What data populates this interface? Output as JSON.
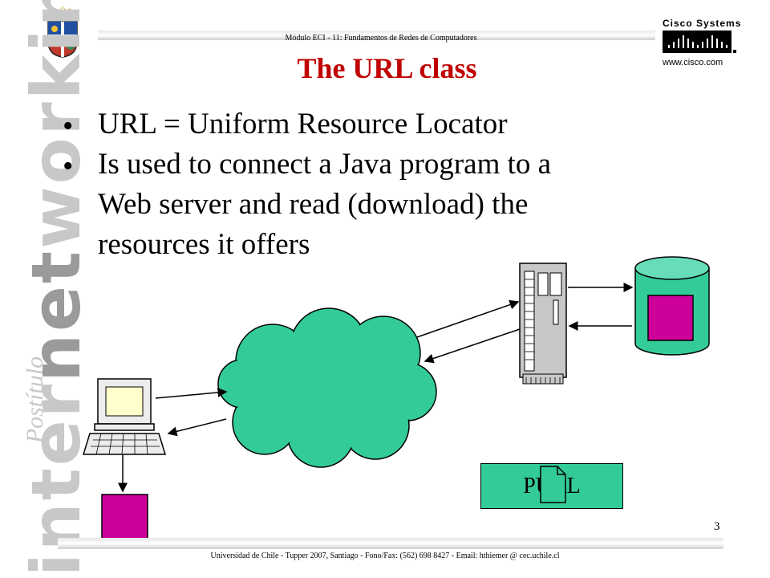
{
  "header": {
    "course": "Módulo ECI - 11: Fundamentos de Redes de Computadores"
  },
  "slide": {
    "title": "The URL class",
    "bullets": [
      {
        "lines": [
          "URL = Uniform Resource Locator"
        ]
      },
      {
        "lines": [
          "Is used to connect a Java program to a",
          "Web server and read (download) the",
          "resources it offers"
        ]
      }
    ],
    "page_number": "3"
  },
  "branding": {
    "side_text": "internetworking",
    "side_subtitle": "Postítulo",
    "cisco_name": "Cisco Systems",
    "cisco_url": "www.cisco.com"
  },
  "diagram": {
    "purl_label": "PURL",
    "colors": {
      "cloud": "#33cc99",
      "resource": "#cc0099",
      "cylinder": "#33cc99",
      "server": "#c0c0c0",
      "purl_box": "#33cc99"
    }
  },
  "footer": {
    "text": "Universidad de Chile - Tupper 2007, Santiago - Fono/Fax: (562) 698 8427 - Email: hthiemer @ cec.uchile.cl"
  }
}
